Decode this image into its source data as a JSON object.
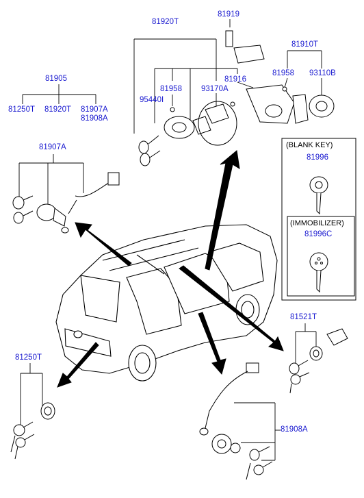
{
  "labels": {
    "p81920T_top": "81920T",
    "p81919": "81919",
    "p81910T": "81910T",
    "p81905": "81905",
    "p81250T_a": "81250T",
    "p81920T_b": "81920T",
    "p81907A_a": "81907A",
    "p81908A_a": "81908A",
    "p81958_a": "81958",
    "p95440I": "95440I",
    "p93170A": "93170A",
    "p81916": "81916",
    "p81958_b": "81958",
    "p93110B": "93110B",
    "p81907A_b": "81907A",
    "p81521T": "81521T",
    "p81250T_b": "81250T",
    "p81908A_b": "81908A"
  },
  "key_panel": {
    "blank_title": "(BLANK KEY)",
    "blank_part": "81996",
    "immob_title": "(IMMOBILIZER)",
    "immob_part": "81996C"
  },
  "colors": {
    "part_number": "#1a1ad0",
    "line": "#000000"
  }
}
